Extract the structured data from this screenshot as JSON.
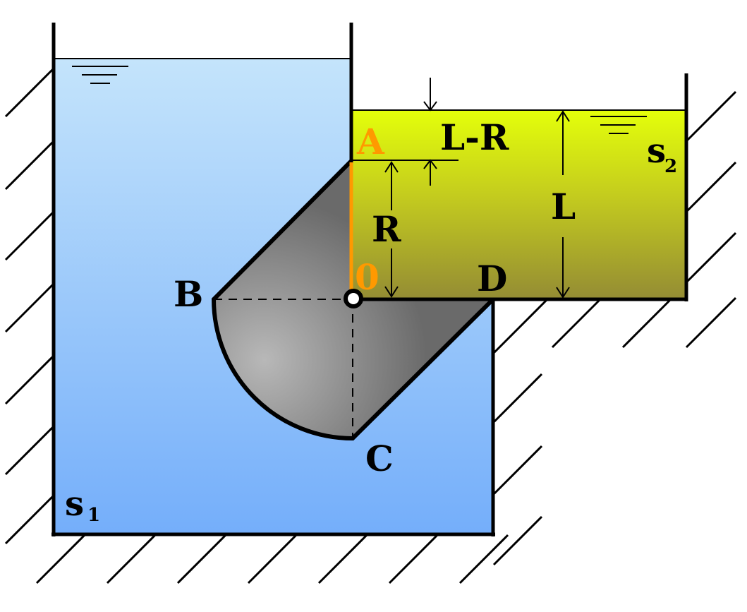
{
  "labels": {
    "A": "A",
    "B": "B",
    "C": "C",
    "D": "D",
    "O": "0",
    "R": "R",
    "L": "L",
    "L_minus_R": "L-R",
    "s1_letter": "s",
    "s1_sub": "1",
    "s2_letter": "s",
    "s2_sub": "2"
  },
  "colors": {
    "tank1_top": "#c4e4fb",
    "tank1_bottom": "#74aefa",
    "tank2_top": "#e4ff0a",
    "tank2_bottom": "#948c34",
    "gate_center": "#b4b4b4",
    "gate_edge": "#6e6e6e",
    "orange": "#ff9900",
    "hatch": "#000000"
  }
}
